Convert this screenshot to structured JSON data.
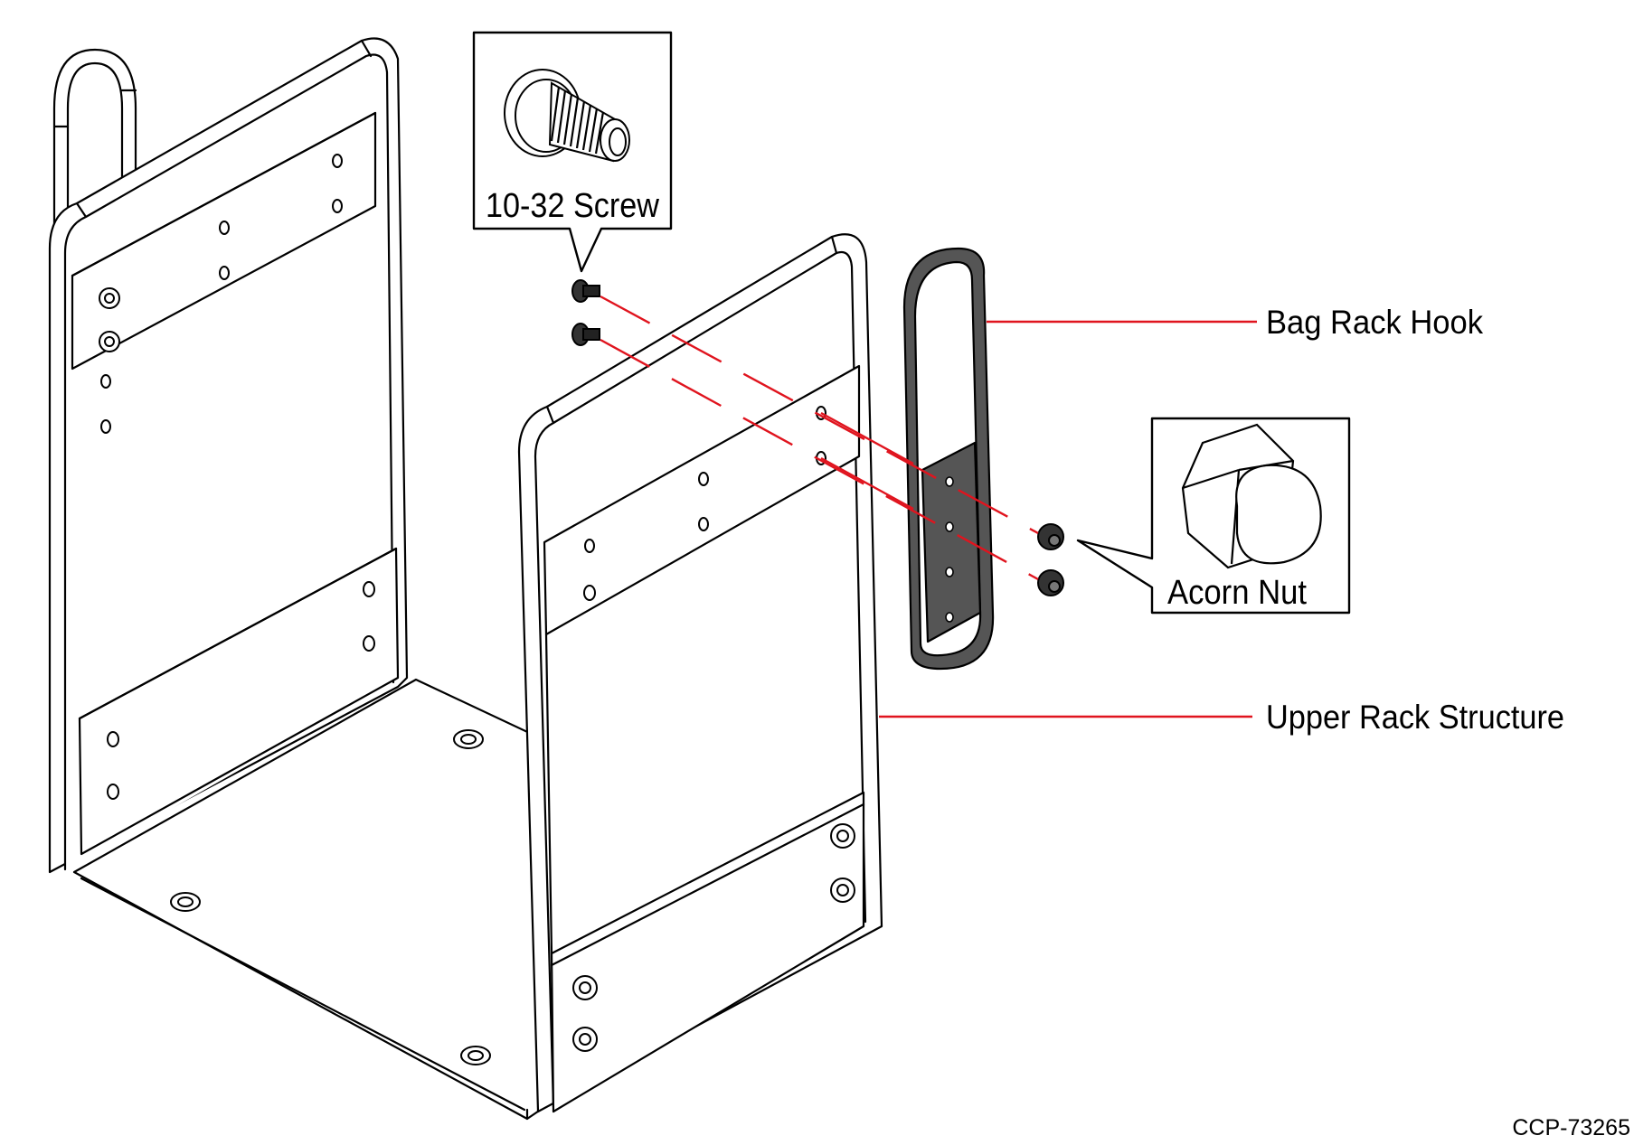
{
  "labels": {
    "screw": "10-32 Screw",
    "acorn_nut": "Acorn Nut",
    "bag_rack_hook": "Bag Rack Hook",
    "upper_rack_structure": "Upper Rack Structure"
  },
  "figure_id": "CCP-73265",
  "colors": {
    "line": "#000000",
    "callout": "#e0141e",
    "hook_fill": "#555555",
    "background": "#ffffff"
  }
}
